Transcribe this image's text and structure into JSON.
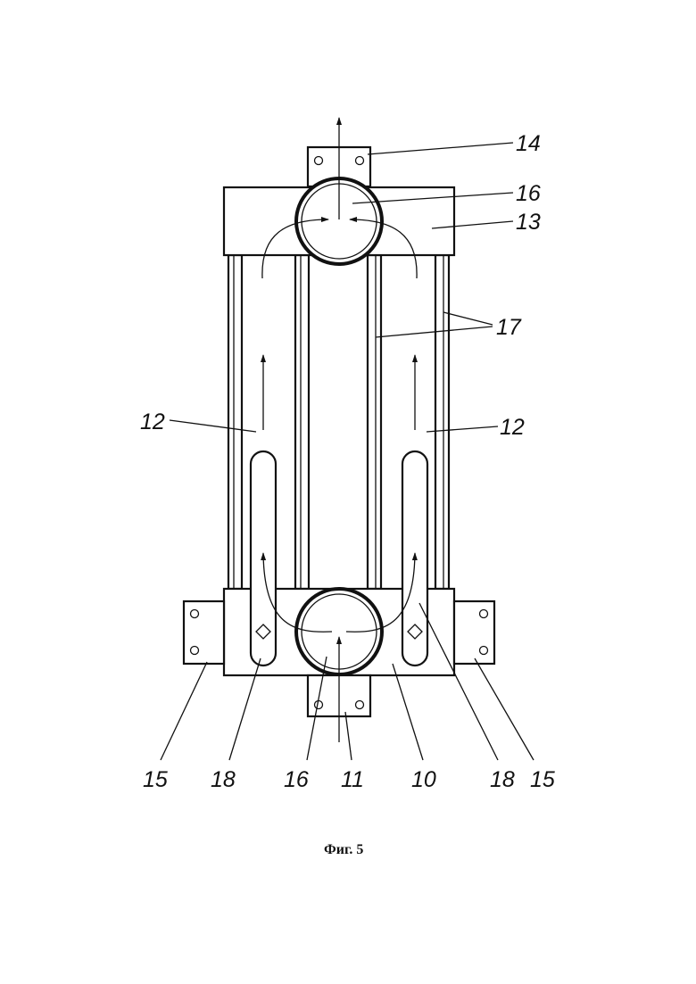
{
  "caption": "Фиг. 5",
  "labels": {
    "l14": "14",
    "l16_top": "16",
    "l13": "13",
    "l17": "17",
    "l12_left": "12",
    "l12_right": "12",
    "b15_left": "15",
    "b18_left": "18",
    "b16": "16",
    "b11": "11",
    "b10": "10",
    "b18_right": "18",
    "b15_right": "15"
  }
}
